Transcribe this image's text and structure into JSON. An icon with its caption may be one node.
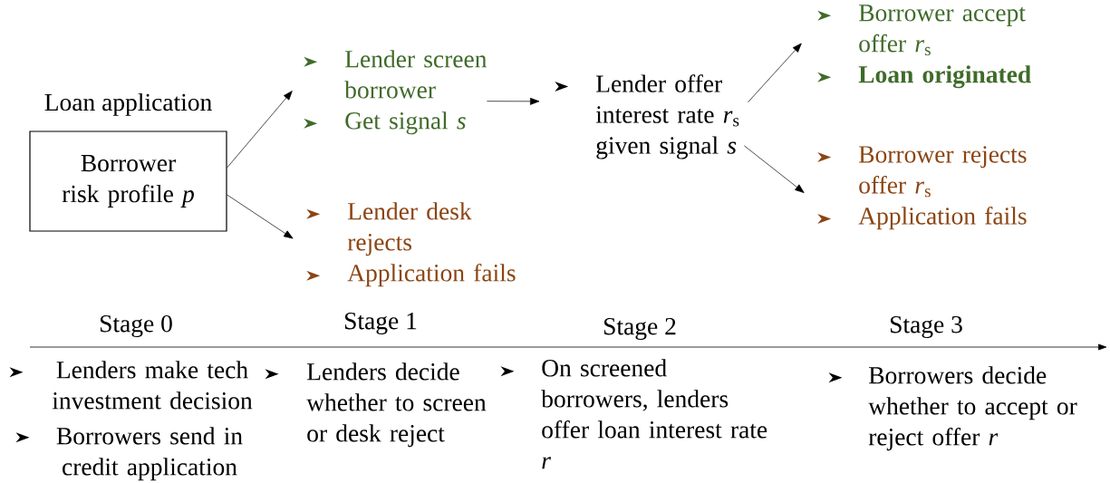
{
  "diagram": {
    "nodes": [
      {
        "text": [
          "Loan application",
          "Borrower risk profile *p*"
        ]
      },
      {
        "text": [
          "Lender screen borrower",
          "Get signal *s*"
        ]
      },
      {
        "text": [
          "Lender desk rejects",
          "Application fails"
        ]
      },
      {
        "text": [
          "Lender offer interest rate *r*$_{s}$ given signal *s*"
        ]
      },
      {
        "text": [
          "Borrower accept offer *r*$_{s}$",
          "**Loan originated**"
        ]
      },
      {
        "text": [
          "Borrower rejects offer *r*$_{s}$",
          "Application fails"
        ]
      }
    ],
    "edges": [
      {
        "from": 0,
        "to": 1,
        "arrow": "to"
      },
      {
        "from": 0,
        "to": 2,
        "arrow": "to"
      },
      {
        "from": 1,
        "to": 3,
        "arrow": "to"
      },
      {
        "from": 3,
        "to": 4,
        "arrow": "to"
      },
      {
        "from": 3,
        "to": 5,
        "arrow": "to"
      }
    ],
    "labels": [
      "Stage 0",
      "Stage 1",
      "Stage 2",
      "Stage 3",
      "Lenders make tech investment decision",
      "Borrowers send in credit application",
      "Lenders decide whether to screen or desk reject",
      "On screened borrowers, lenders offer loan interest rate *r*",
      "Borrowers decide whether to accept or reject offer *r*"
    ]
  }
}
